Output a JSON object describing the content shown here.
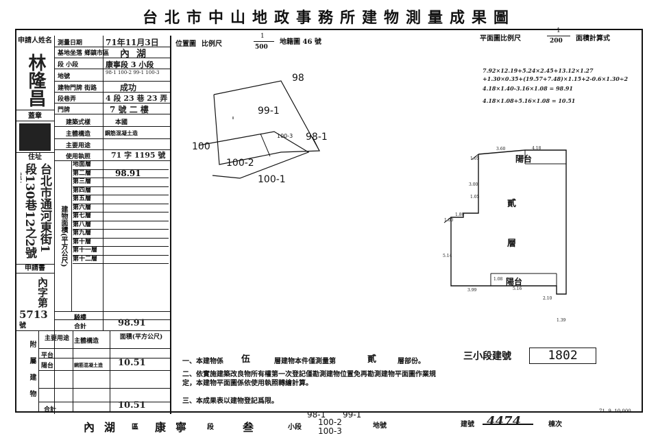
{
  "title": "台北市中山地政事務所建物測量成果圖",
  "left": {
    "applicant_label": "申請人姓名",
    "applicant_name": "林隆昌",
    "seal_label": "蓋章",
    "address_label": "住址",
    "applicant_address": "台北市通河東街1段130巷12之2號3樓",
    "apply_label": "申請書",
    "apply_no_label": "內字第",
    "apply_no": "5713",
    "apply_no_suffix": "號",
    "survey_date_label": "測量日期",
    "survey_date": "71年11月3日",
    "district_label": "基地坐落 鄉鎮市區",
    "district": "內湖",
    "section_label": "段 小段",
    "section": "康寧段 3 小段",
    "lot_label": "地號",
    "lot": "98-1 100-2 99-1 100-3",
    "road_label": "建物門牌 街路",
    "road": "成功",
    "lane_label": "段巷弄",
    "lane": "4 段 23 巷 23 弄",
    "number_label": "門牌",
    "number": "7 號 二 樓",
    "style_label": "建築式樣",
    "style": "本國",
    "structure_label": "主體構造",
    "structure": "鋼筋混凝土造",
    "use_label": "主要用途",
    "license_label": "使用執照",
    "license": "71 字 1195 號",
    "area_label": "建物面積(平方公尺)",
    "floors": [
      "地面層",
      "第二層",
      "第三層",
      "第四層",
      "第五層",
      "第六層",
      "第七層",
      "第八層",
      "第九層",
      "第十層",
      "第十一層",
      "第十二層"
    ],
    "floor2_area": "98.91",
    "addon_label": "騎樓",
    "total_label": "合計",
    "total": "98.91",
    "attach_label": "附屬建物",
    "attach_use": "主要用途",
    "attach_struct": "主體構造",
    "attach_area": "面積(平方公尺)",
    "attach_rows": [
      {
        "use": "平台",
        "struct": "",
        "area": ""
      },
      {
        "use": "陽台",
        "struct": "鋼筋混凝土造",
        "area": "10.51"
      }
    ],
    "attach_total_label": "合計",
    "attach_total": "10.51"
  },
  "site": {
    "label": "位置圖",
    "scale_label": "比例尺",
    "scale_num": "1",
    "scale_den": "500",
    "map_label": "地籍圖 46 號",
    "lots": [
      "98",
      "99-1",
      "98-1",
      "100",
      "100-2",
      "100-1",
      "100-3"
    ]
  },
  "plan": {
    "scale_label": "平面圖比例尺",
    "scale_num": "1",
    "scale_den": "200",
    "calc_label": "面積計算式",
    "calc_lines": [
      "7.92×12.19+5.24×2.45+13.12×1.27",
      "+1.30×0.35+(19.57+7.48)×1.15+2-0.6×1.30÷2",
      "4.18×1.40-3.16×1.08 = 98.91",
      "4.18×1.08+5.16×1.08 = 10.51"
    ],
    "balcony": "陽台",
    "floor_char_1": "貳",
    "floor_char_2": "層",
    "dims": [
      "3.60",
      "4.18",
      "1.18",
      "1.05",
      "3.00",
      "1.05",
      "1.80",
      "1.00",
      "5.14",
      "3.99",
      "5.16",
      "1.08",
      "2.10",
      "1.39"
    ]
  },
  "notes": {
    "n1_a": "一、本建物係",
    "n1_b": "伍",
    "n1_c": "層建物本件僅測量第",
    "n1_d": "貳",
    "n1_e": "層部份。",
    "n2": "二、依實施建築改良物所有權第一次登記僅勘測建物位置免再勘測建物平面圖作業規定，本建物平面圖係依使用執照轉繪計算。",
    "n3": "三、本成果表以建物登記爲限。",
    "code_label": "三小段建號",
    "code": "1802"
  },
  "footer": {
    "district": "內湖",
    "district_suffix": "區",
    "section": "康寧",
    "section_suffix": "段",
    "subsection": "叁",
    "subsection_suffix": "小段",
    "lots": [
      "98-1",
      "99-1",
      "100-2",
      "100-3"
    ],
    "lot_suffix": "地號",
    "build_label": "建號",
    "build_no": "4474",
    "extra_label": "棟次",
    "print_info": "71. 9. 10,000"
  }
}
